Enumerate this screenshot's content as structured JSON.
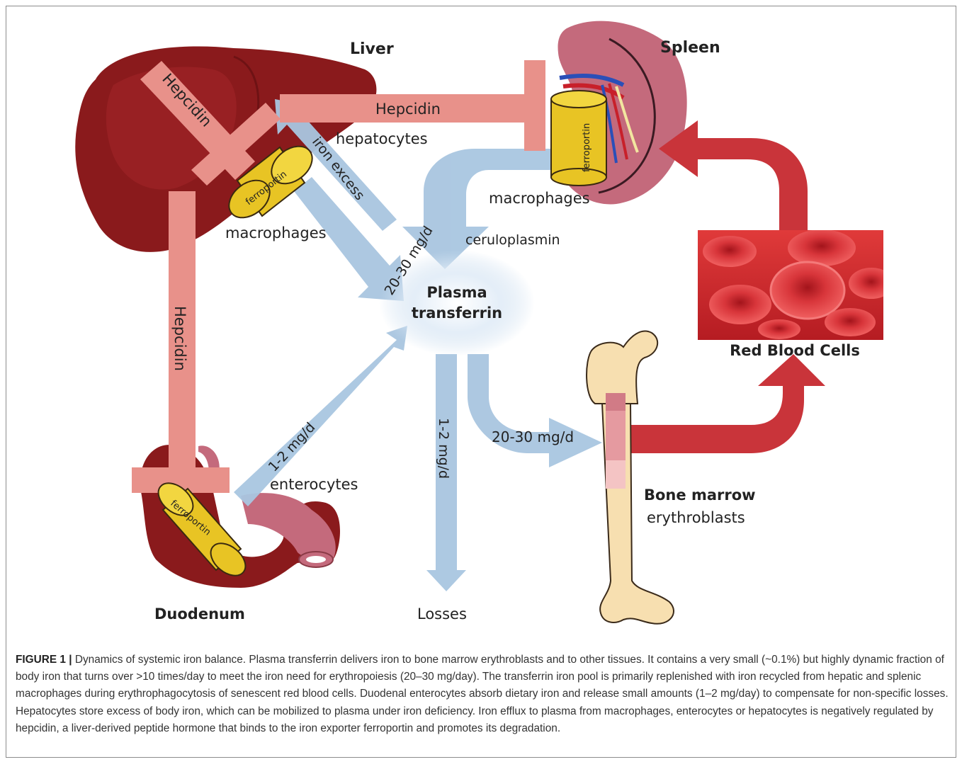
{
  "figure": {
    "labels": {
      "liver": "Liver",
      "spleen": "Spleen",
      "hepcidin_top": "Hepcidin",
      "hepcidin_liver": "Hepcidin",
      "hepcidin_left": "Hepcidin",
      "hepatocytes": "hepatocytes",
      "iron_excess": "iron excess",
      "ferroportin_liver": "ferroportin",
      "ferroportin_spleen": "ferroportin",
      "ferroportin_duodenum": "ferroportin",
      "macrophages_liver": "macrophages",
      "macrophages_spleen": "macrophages",
      "ceruloplasmin": "ceruloplasmin",
      "flux_macrophages": "20-30 mg/d",
      "plasma_line1": "Plasma",
      "plasma_line2": "transferrin",
      "red_blood_cells": "Red Blood Cells",
      "flux_enterocytes": "1-2 mg/d",
      "enterocytes": "enterocytes",
      "flux_losses": "1-2 mg/d",
      "losses": "Losses",
      "flux_marrow": "20-30 mg/d",
      "bone_marrow": "Bone marrow",
      "erythroblasts": "erythroblasts",
      "duodenum": "Duodenum"
    },
    "colors": {
      "hepcidin": "#e8918a",
      "blue_flow": "#a9c6e0",
      "red_flow": "#c9343a",
      "liver": "#8a1a1c",
      "spleen": "#c46a7c",
      "ferroportin": "#f0d030",
      "bone": "#f7dfb0"
    }
  },
  "caption": {
    "label": "FIGURE 1 |",
    "text": " Dynamics of systemic iron balance. Plasma transferrin delivers iron to bone marrow erythroblasts and to other tissues. It contains a very small (~0.1%) but highly dynamic fraction of body iron that turns over >10 times/day to meet the iron need for erythropoiesis (20–30 mg/day). The transferrin iron pool is primarily replenished with iron recycled from hepatic and splenic macrophages during erythrophagocytosis of senescent red blood cells. Duodenal enterocytes absorb dietary iron and release small amounts (1–2 mg/day) to compensate for non-specific losses. Hepatocytes store excess of body iron, which can be mobilized to plasma under iron deficiency. Iron efflux to plasma from macrophages, enterocytes or hepatocytes is negatively regulated by hepcidin, a liver-derived peptide hormone that binds to the iron exporter ferroportin and promotes its degradation."
  }
}
